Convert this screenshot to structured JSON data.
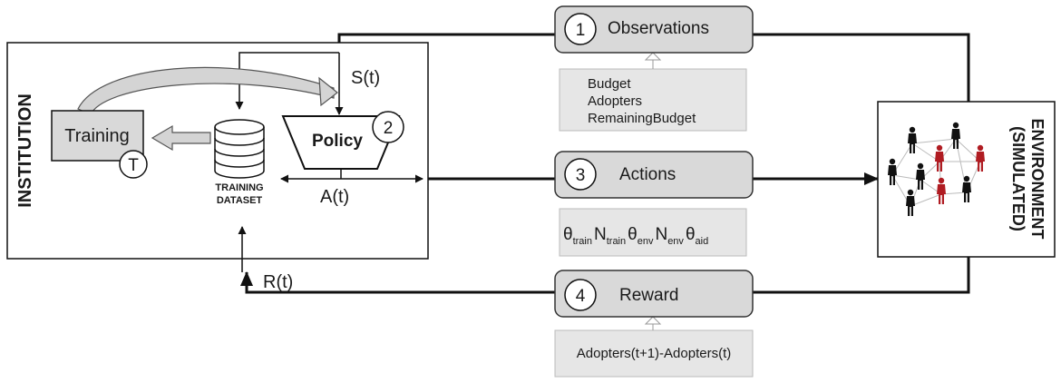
{
  "institution": {
    "title": "INSTITUTION",
    "training_label": "Training",
    "training_marker": "T",
    "dataset_label_line1": "TRAINING",
    "dataset_label_line2": "DATASET",
    "policy_label": "Policy",
    "policy_marker": "2",
    "state_label": "S(t)",
    "action_label": "A(t)",
    "reward_label": "R(t)"
  },
  "environment": {
    "title_line1": "(SIMULATED)",
    "title_line2": "ENVIRONMENT",
    "icon": "social-network-people-icon"
  },
  "observations": {
    "number": "1",
    "label": "Observations",
    "items": [
      "Budget",
      "Adopters",
      "RemainingBudget"
    ]
  },
  "actions": {
    "number": "3",
    "label": "Actions",
    "params": [
      {
        "symbol": "θ",
        "sub": "train"
      },
      {
        "symbol": "N",
        "sub": "train"
      },
      {
        "symbol": "θ",
        "sub": "env"
      },
      {
        "symbol": "N",
        "sub": "env"
      },
      {
        "symbol": "θ",
        "sub": "aid"
      }
    ]
  },
  "reward": {
    "number": "4",
    "label": "Reward",
    "formula": "Adopters(t+1)-Adopters(t)"
  },
  "colors": {
    "box_fill": "#d9d9d9",
    "detail_fill": "#e6e6e6",
    "person_black": "#111111",
    "person_red": "#b01c22"
  }
}
